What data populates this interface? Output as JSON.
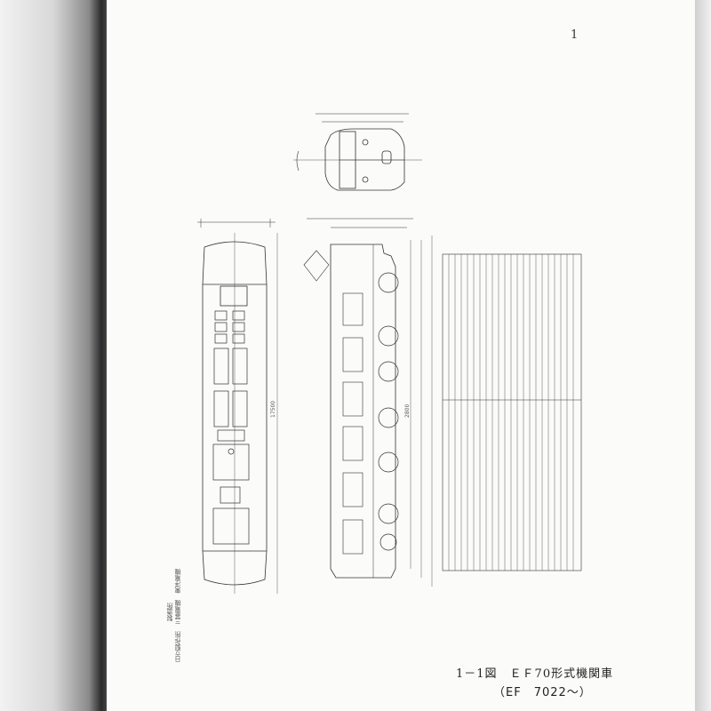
{
  "page_number": "1",
  "caption": {
    "figure": "1－1図　ＥＦ70形式機関車",
    "subtitle": "（EF　7022～）"
  },
  "drawing": {
    "plan_length_dim": "17500",
    "bogie_dim": "2800",
    "makers": "日立製作所　三菱電機　東洋電機",
    "maker_label": "製造所"
  }
}
